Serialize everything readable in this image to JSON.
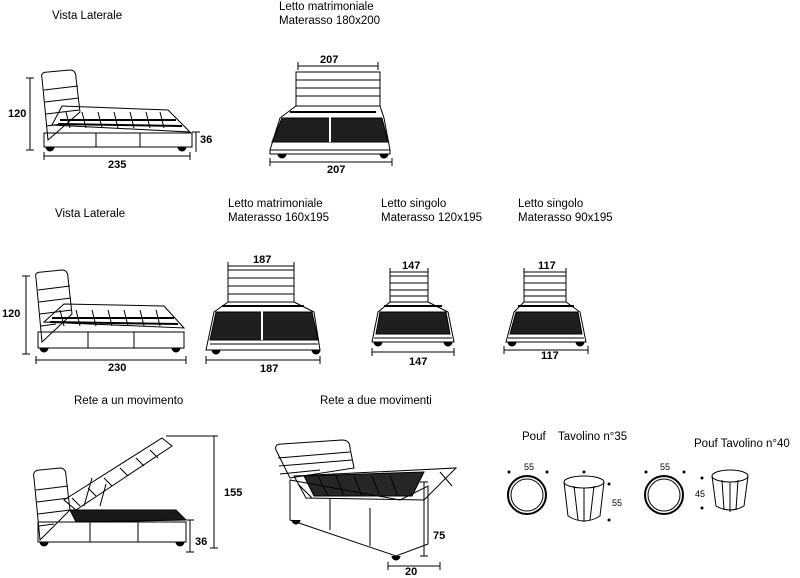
{
  "row1": {
    "side_title": "Vista Laterale",
    "front_title_1": "Letto matrimoniale",
    "front_title_2": "Materasso 180x200",
    "dim_height": "120",
    "dim_base": "36",
    "dim_side_length": "235",
    "dim_front_top": "207",
    "dim_front_bottom": "207"
  },
  "row2": {
    "side_title": "Vista Laterale",
    "dim_height": "120",
    "dim_side_length": "230",
    "double": {
      "title_1": "Letto matrimoniale",
      "title_2": "Materasso 160x195",
      "dim_top": "187",
      "dim_bottom": "187"
    },
    "single_120": {
      "title_1": "Letto singolo",
      "title_2": "Materasso 120x195",
      "dim_top": "147",
      "dim_bottom": "147"
    },
    "single_90": {
      "title_1": "Letto singolo",
      "title_2": "Materasso 90x195",
      "dim_top": "117",
      "dim_bottom": "117"
    }
  },
  "row3": {
    "rete_one_title": "Rete a un movimento",
    "rete_one_height": "155",
    "rete_one_base": "36",
    "rete_two_title": "Rete a due  movimenti",
    "rete_two_height": "75",
    "rete_two_depth": "20",
    "pouf35_title_1": "Pouf",
    "pouf35_title_2": "Tavolino n°35",
    "pouf35_diameter": "55",
    "pouf35_height": "55",
    "pouf35_side_top": "55",
    "pouf40_title": "Pouf Tavolino n°40",
    "pouf40_diameter": "55",
    "pouf40_height": "45"
  }
}
